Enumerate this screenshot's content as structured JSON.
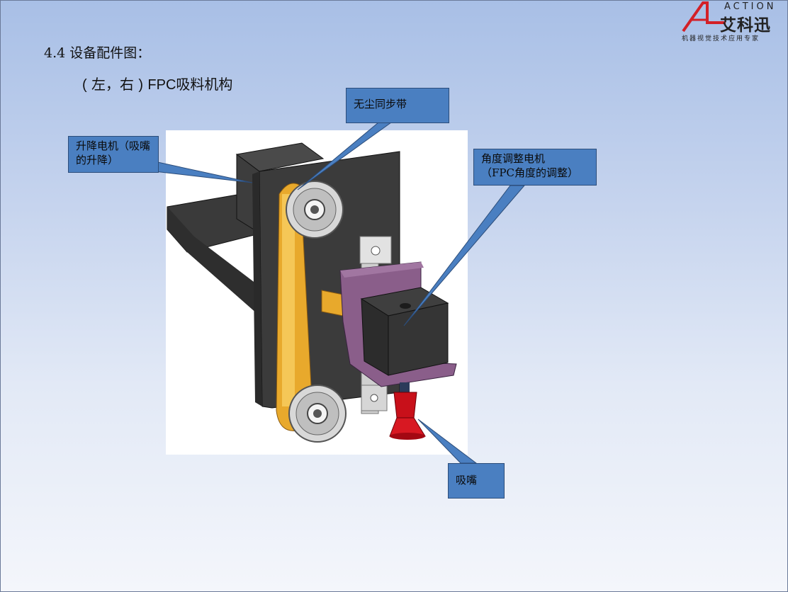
{
  "logo": {
    "brand_en": "ACTION",
    "brand_cn": "艾科迅",
    "slogan": "机器视觉技术应用专家",
    "accent_color": "#d32027"
  },
  "heading": "4.4 设备配件图：",
  "subheading": {
    "open": "(",
    "sides": "左，右",
    "close": ")",
    "model": "FPC",
    "name": "吸料机构"
  },
  "callouts": {
    "belt": "无尘同步带",
    "lift_motor": "升降电机（吸嘴的升降）",
    "angle_motor_line1": "角度调整电机",
    "angle_motor_line2": "（FPC角度的调整）",
    "nozzle": "吸嘴"
  },
  "colors": {
    "callout_fill": "#4a7fc1",
    "plate": "#3b3b3b",
    "belt": "#e8a92c",
    "bracket": "#8a5e8a",
    "nozzle": "#c8101a"
  }
}
